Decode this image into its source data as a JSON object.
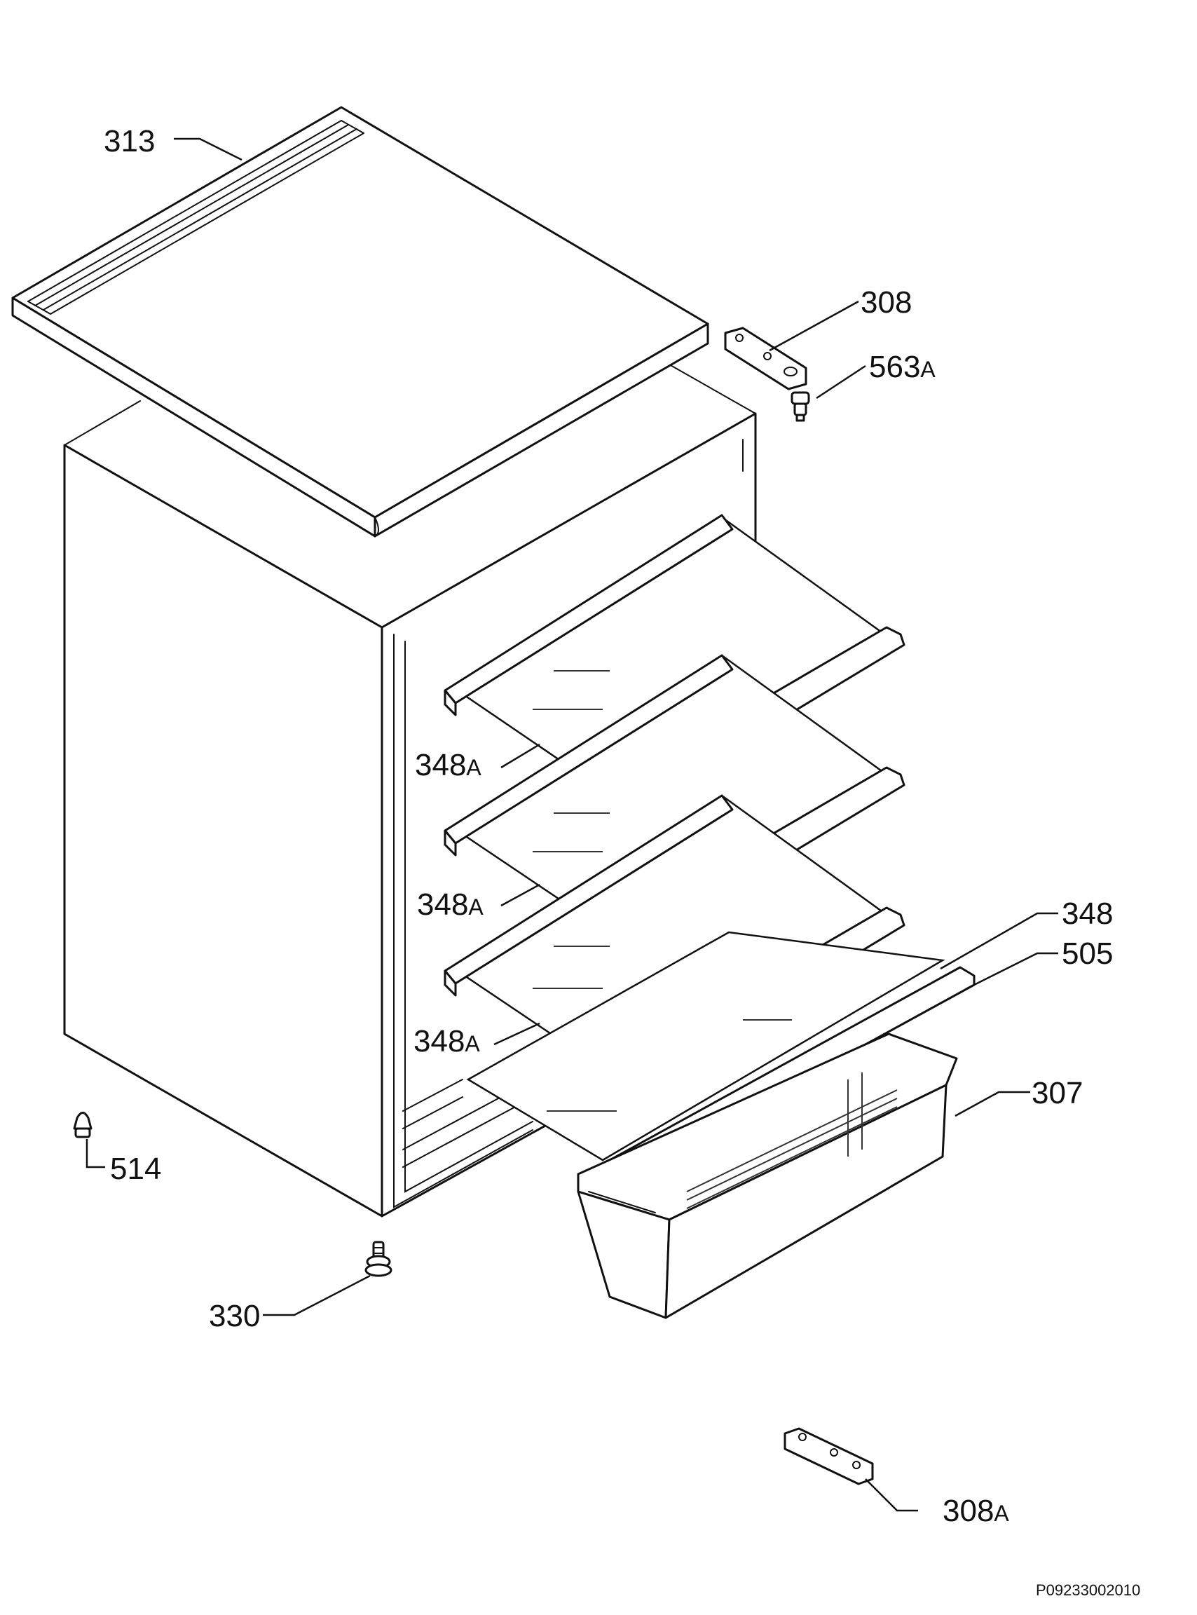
{
  "labels": {
    "l313": {
      "num": "313",
      "suf": ""
    },
    "l308": {
      "num": "308",
      "suf": ""
    },
    "l563a": {
      "num": "563",
      "suf": "A"
    },
    "l348a_1": {
      "num": "348",
      "suf": "A"
    },
    "l348a_2": {
      "num": "348",
      "suf": "A"
    },
    "l348a_3": {
      "num": "348",
      "suf": "A"
    },
    "l348": {
      "num": "348",
      "suf": ""
    },
    "l505": {
      "num": "505",
      "suf": ""
    },
    "l307": {
      "num": "307",
      "suf": ""
    },
    "l514": {
      "num": "514",
      "suf": ""
    },
    "l330": {
      "num": "330",
      "suf": ""
    },
    "l308a": {
      "num": "308",
      "suf": "A"
    }
  },
  "document_id": "P09233002010"
}
